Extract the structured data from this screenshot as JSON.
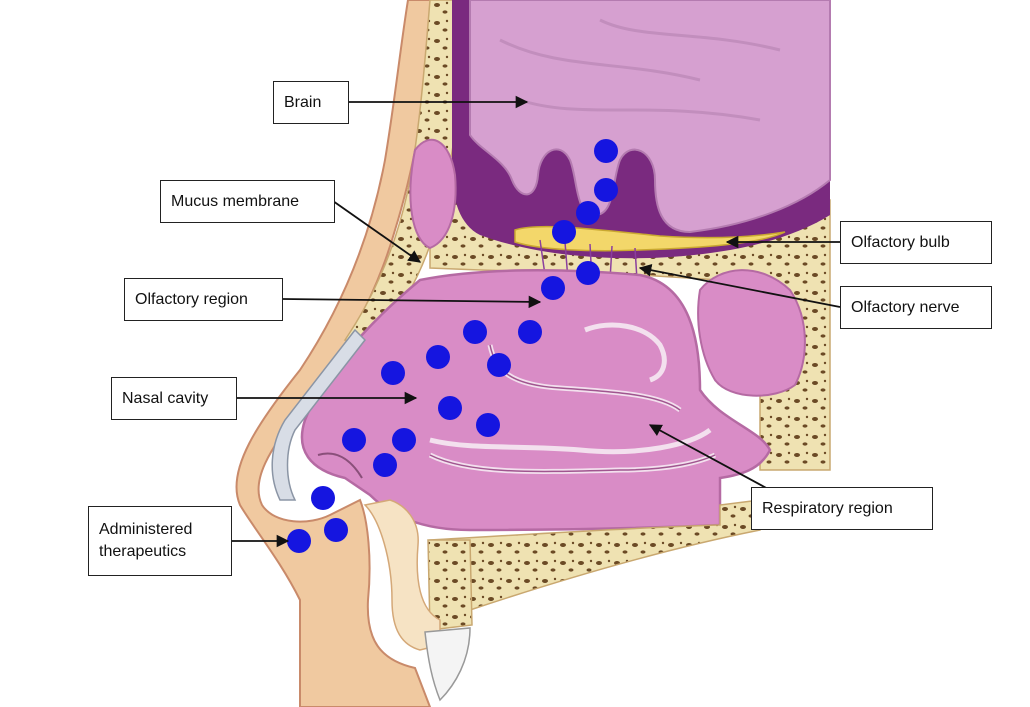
{
  "labels": {
    "brain": "Brain",
    "mucus_membrane": "Mucus membrane",
    "olfactory_bulb": "Olfactory bulb",
    "olfactory_region": "Olfactory region",
    "olfactory_nerve": "Olfactory nerve",
    "nasal_cavity": "Nasal cavity",
    "respiratory_region": "Respiratory region",
    "administered_therapeutics": "Administered\ntherapeutics"
  },
  "colors": {
    "particle": "#1515e0",
    "brain_outer": "#7a2a7f",
    "brain_inner": "#d6a0d0",
    "cavity": "#d98cc6",
    "bone": "#efe0b0",
    "skin": "#f0c9a0",
    "arrow": "#111111"
  }
}
